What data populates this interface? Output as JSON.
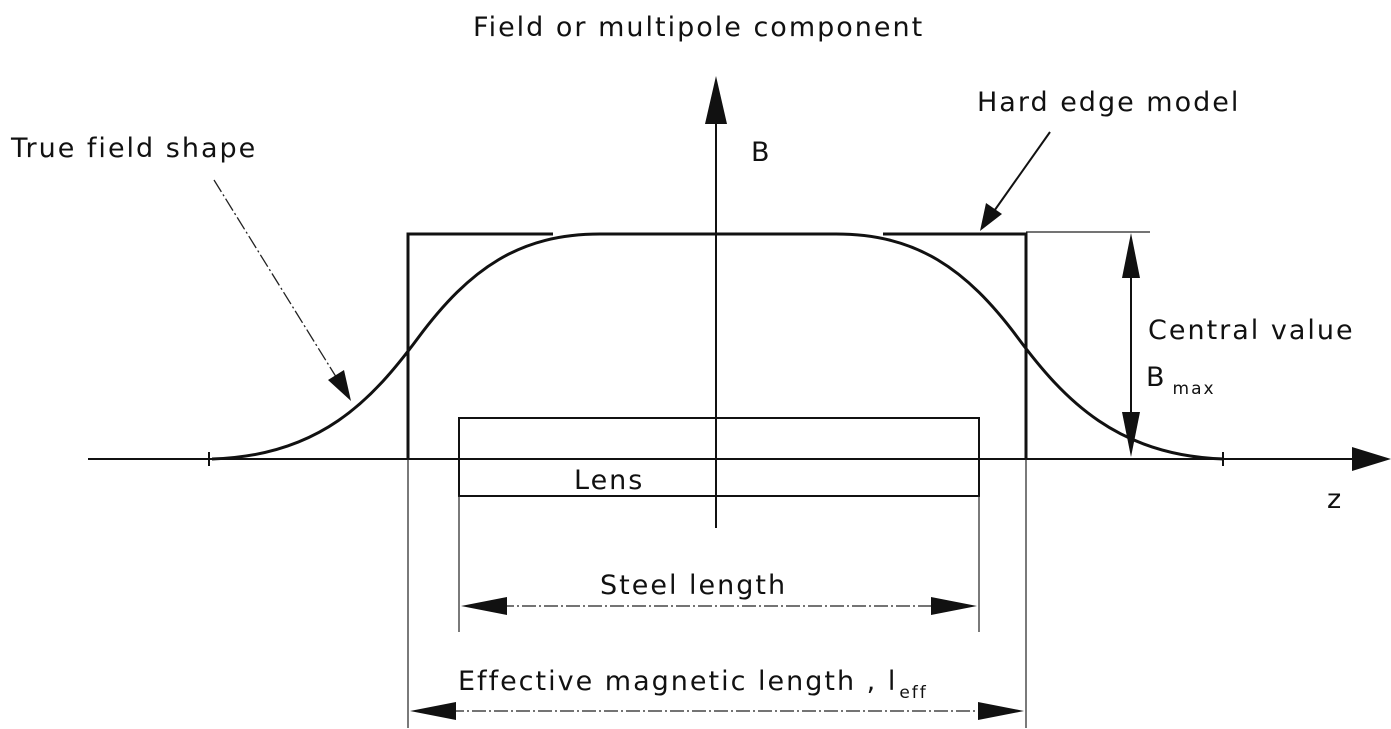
{
  "labels": {
    "vertical_axis": "Field or multipole component",
    "b_axis": "B",
    "horizontal_axis": "z",
    "true_field_shape": "True field shape",
    "hard_edge_model": "Hard edge model",
    "central_value": "Central value",
    "b_max_base": "B",
    "b_max_sub": "max",
    "lens": "Lens",
    "steel_length": "Steel length",
    "effective_length": "Effective magnetic length , l",
    "effective_length_sub": "eff"
  }
}
